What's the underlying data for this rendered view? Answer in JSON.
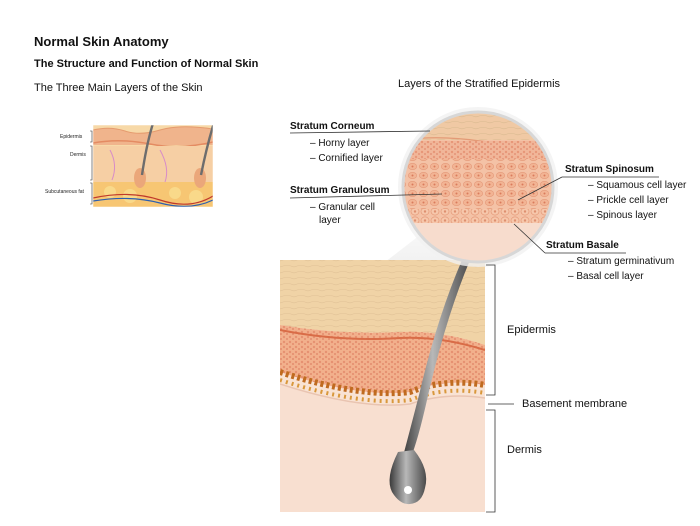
{
  "title": "Normal Skin Anatomy",
  "subtitle": "The Structure and Function of Normal Skin",
  "small_figure": {
    "caption": "The Three Main Layers of the Skin",
    "labels": [
      "Epidermis",
      "Dermis",
      "Subcutaneous fat"
    ]
  },
  "zoom_figure": {
    "caption": "Layers of the Stratified Epidermis",
    "corneum": {
      "name": "Stratum Corneum",
      "items": [
        "– Horny layer",
        "– Cornified layer"
      ]
    },
    "granulosum": {
      "name": "Stratum Granulosum",
      "items": [
        "– Granular cell",
        "layer"
      ]
    },
    "spinosum": {
      "name": "Stratum Spinosum",
      "items": [
        "– Squamous cell layer",
        "– Prickle cell layer",
        "– Spinous layer"
      ]
    },
    "basale": {
      "name": "Stratum Basale",
      "items": [
        "– Stratum germinativum",
        "– Basal cell layer"
      ]
    }
  },
  "main_figure": {
    "labels": {
      "epidermis": "Epidermis",
      "basement": "Basement membrane",
      "dermis": "Dermis"
    }
  }
}
